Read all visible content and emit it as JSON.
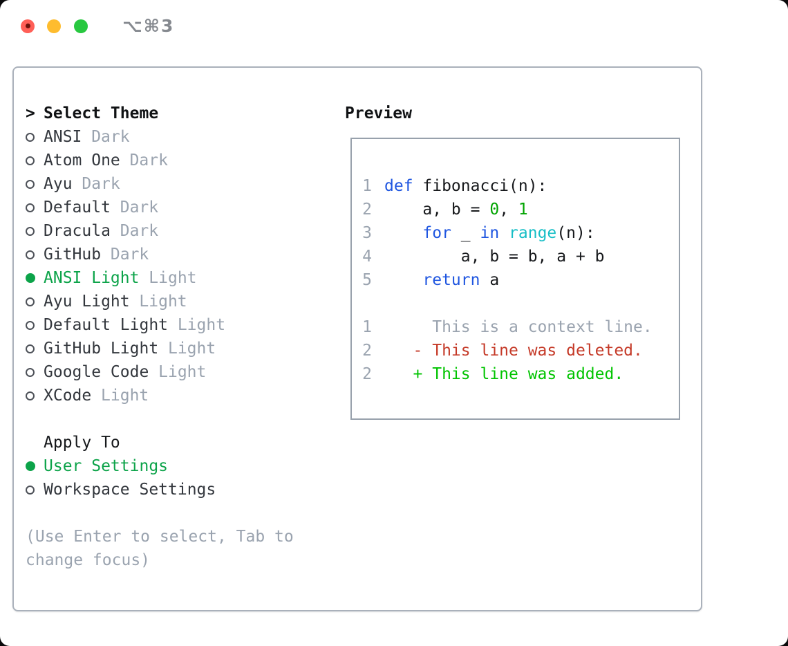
{
  "titlebar": {
    "shortcut": "⌥⌘3"
  },
  "theme_panel": {
    "header_prefix": ">",
    "header": "Select Theme",
    "themes": [
      {
        "name": "ANSI",
        "variant": "Dark",
        "selected": false
      },
      {
        "name": "Atom One",
        "variant": "Dark",
        "selected": false
      },
      {
        "name": "Ayu",
        "variant": "Dark",
        "selected": false
      },
      {
        "name": "Default",
        "variant": "Dark",
        "selected": false
      },
      {
        "name": "Dracula",
        "variant": "Dark",
        "selected": false
      },
      {
        "name": "GitHub",
        "variant": "Dark",
        "selected": false
      },
      {
        "name": "ANSI Light",
        "variant": "Light",
        "selected": true
      },
      {
        "name": "Ayu Light",
        "variant": "Light",
        "selected": false
      },
      {
        "name": "Default Light",
        "variant": "Light",
        "selected": false
      },
      {
        "name": "GitHub Light",
        "variant": "Light",
        "selected": false
      },
      {
        "name": "Google Code",
        "variant": "Light",
        "selected": false
      },
      {
        "name": "XCode",
        "variant": "Light",
        "selected": false
      }
    ],
    "apply_to": {
      "label": "Apply To",
      "options": [
        {
          "label": "User Settings",
          "selected": true
        },
        {
          "label": "Workspace Settings",
          "selected": false
        }
      ]
    },
    "help": [
      "(Use Enter to select, Tab to",
      "change focus)"
    ]
  },
  "preview": {
    "title": "Preview",
    "lines": [
      {
        "num": "1",
        "tokens": [
          {
            "t": "def",
            "c": "keyword"
          },
          {
            "t": " fibonacci(n):",
            "c": "plain"
          }
        ]
      },
      {
        "num": "2",
        "tokens": [
          {
            "t": "    a, b = ",
            "c": "plain"
          },
          {
            "t": "0",
            "c": "number"
          },
          {
            "t": ", ",
            "c": "plain"
          },
          {
            "t": "1",
            "c": "number"
          }
        ]
      },
      {
        "num": "3",
        "tokens": [
          {
            "t": "    ",
            "c": "plain"
          },
          {
            "t": "for",
            "c": "keyword"
          },
          {
            "t": " _ ",
            "c": "plain"
          },
          {
            "t": "in",
            "c": "keyword"
          },
          {
            "t": " ",
            "c": "plain"
          },
          {
            "t": "range",
            "c": "builtin"
          },
          {
            "t": "(n):",
            "c": "plain"
          }
        ]
      },
      {
        "num": "4",
        "tokens": [
          {
            "t": "        a, b = b, a + b",
            "c": "plain"
          }
        ]
      },
      {
        "num": "5",
        "tokens": [
          {
            "t": "    ",
            "c": "plain"
          },
          {
            "t": "return",
            "c": "keyword"
          },
          {
            "t": " a",
            "c": "plain"
          }
        ]
      },
      {
        "num": "",
        "tokens": []
      },
      {
        "num": "1",
        "tokens": [
          {
            "t": "     This is a context line.",
            "c": "context"
          }
        ]
      },
      {
        "num": "2",
        "tokens": [
          {
            "t": "   - This line was deleted.",
            "c": "deleted"
          }
        ]
      },
      {
        "num": "2",
        "tokens": [
          {
            "t": "   + This line was added.",
            "c": "added"
          }
        ]
      }
    ]
  },
  "colors": {
    "selected_green": "#0ca349",
    "keyword_blue": "#1f56e0",
    "builtin_cyan": "#17bec6",
    "number_green": "#00a400",
    "added_green": "#00c400",
    "deleted_red": "#c53a28",
    "muted_gray": "#9aa3af",
    "traffic_red": "#ff5f57",
    "traffic_yellow": "#febc2e",
    "traffic_green": "#28c840"
  }
}
